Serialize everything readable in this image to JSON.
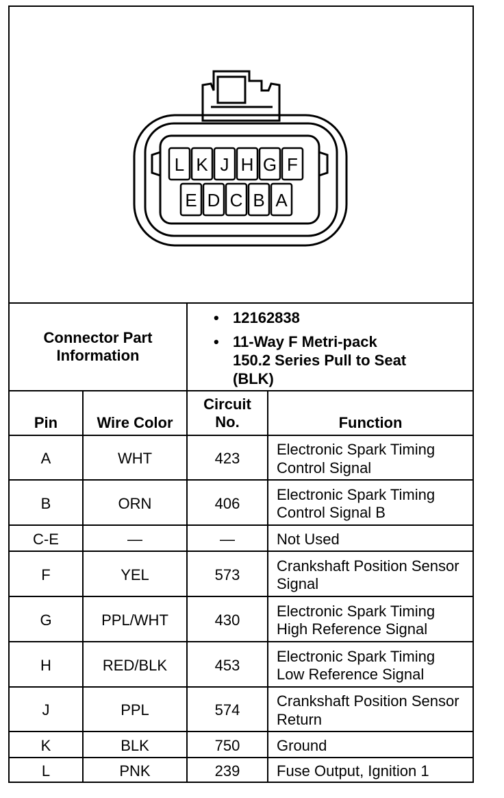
{
  "connector": {
    "top_row": [
      "L",
      "K",
      "J",
      "H",
      "G",
      "F"
    ],
    "bottom_row": [
      "E",
      "D",
      "C",
      "B",
      "A"
    ]
  },
  "part_info": {
    "label": "Connector Part Information",
    "items": [
      "12162838",
      "11-Way F Metri-pack 150.2 Series Pull to Seat (BLK)"
    ]
  },
  "table": {
    "headers": {
      "pin": "Pin",
      "wire_color": "Wire Color",
      "circuit": "Circuit No.",
      "function": "Function"
    },
    "rows": [
      {
        "pin": "A",
        "wire_color": "WHT",
        "circuit": "423",
        "function": "Electronic Spark Timing Control Signal"
      },
      {
        "pin": "B",
        "wire_color": "ORN",
        "circuit": "406",
        "function": "Electronic Spark Timing Control Signal B"
      },
      {
        "pin": "C-E",
        "wire_color": "—",
        "circuit": "—",
        "function": "Not Used"
      },
      {
        "pin": "F",
        "wire_color": "YEL",
        "circuit": "573",
        "function": "Crankshaft Position Sensor Signal"
      },
      {
        "pin": "G",
        "wire_color": "PPL/WHT",
        "circuit": "430",
        "function": "Electronic Spark Timing High Reference Signal"
      },
      {
        "pin": "H",
        "wire_color": "RED/BLK",
        "circuit": "453",
        "function": "Electronic Spark Timing Low Reference Signal"
      },
      {
        "pin": "J",
        "wire_color": "PPL",
        "circuit": "574",
        "function": "Crankshaft Position Sensor Return"
      },
      {
        "pin": "K",
        "wire_color": "BLK",
        "circuit": "750",
        "function": "Ground"
      },
      {
        "pin": "L",
        "wire_color": "PNK",
        "circuit": "239",
        "function": "Fuse Output, Ignition 1"
      }
    ]
  }
}
